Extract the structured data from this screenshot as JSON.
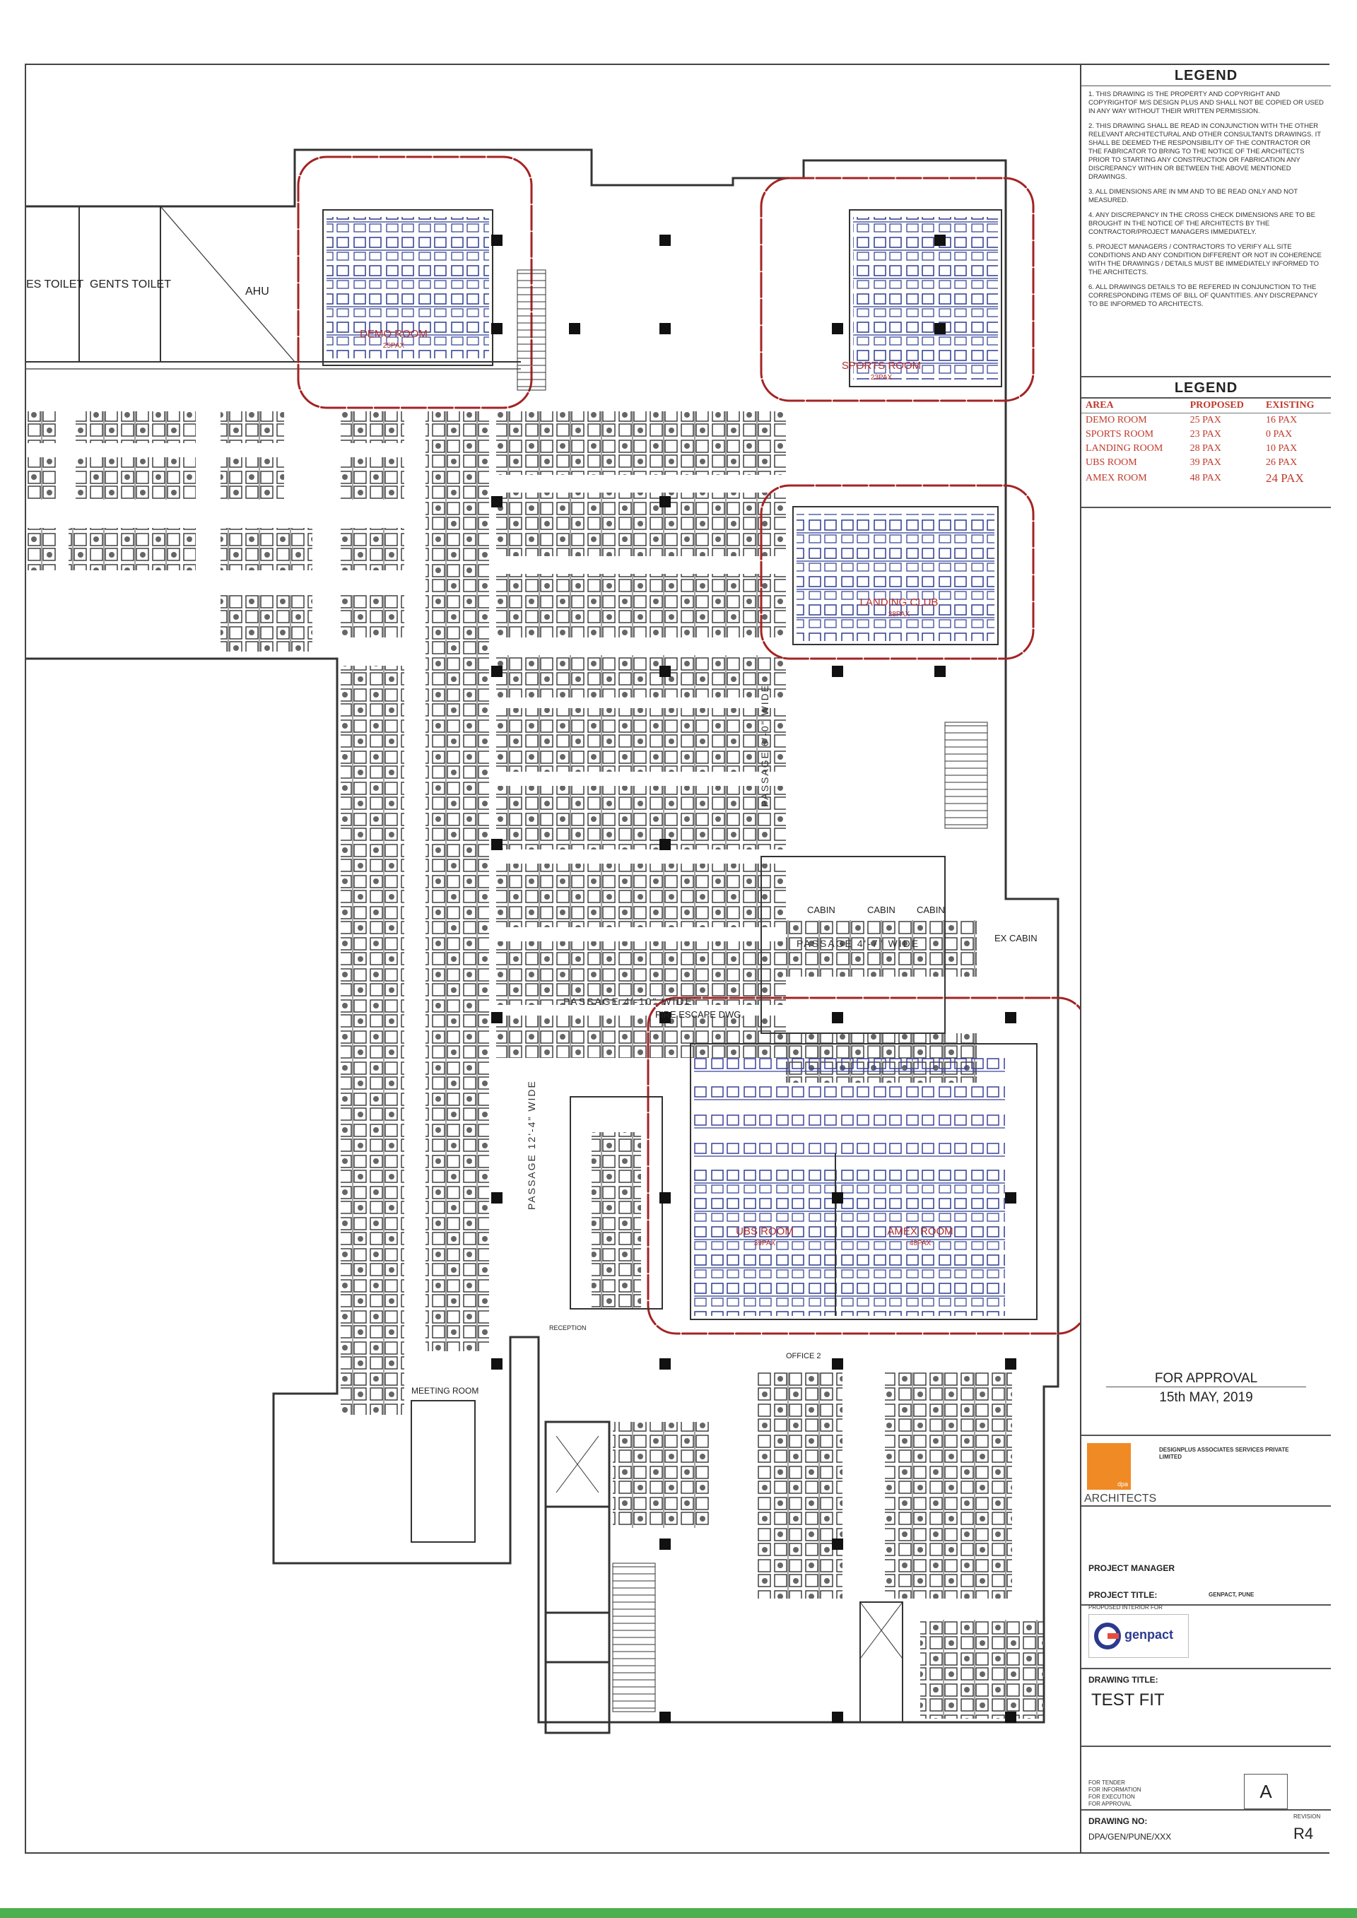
{
  "plan": {
    "rooms": {
      "demo": {
        "name": "DEMO ROOM",
        "pax": "25PAX"
      },
      "sports": {
        "name": "SPORTS ROOM",
        "pax": "23PAX"
      },
      "landing": {
        "name": "LANDING CLUB",
        "pax": "28PAX"
      },
      "ubs": {
        "name": "UBS ROOM",
        "pax": "39PAX"
      },
      "amex": {
        "name": "AMEX ROOM",
        "pax": "48PAX"
      }
    },
    "labels": {
      "toilet_es": "ES TOILET",
      "toilet_gents": "GENTS TOILET",
      "ahu": "AHU",
      "passage_6": "PASSAGE 6'-0\" WIDE",
      "passage_4": "PASSAGE 4'-10\" WIDE",
      "passage_12": "PASSAGE 12'-4\" WIDE",
      "passage_7": "PASSAGE 4'-7\" WIDE",
      "fire_escape": "FIRE ESCAPE DWG.",
      "cabin": "CABIN",
      "ex_cabin": "EX CABIN",
      "meeting_room": "MEETING ROOM",
      "office2": "OFFICE 2",
      "reception": "RECEPTION"
    }
  },
  "titleblock": {
    "legend_heading": "LEGEND",
    "notes": [
      "1. THIS DRAWING IS THE PROPERTY AND COPYRIGHT AND COPYRIGHTOF M/S DESIGN PLUS AND SHALL NOT BE COPIED OR USED IN ANY WAY WITHOUT THEIR WRITTEN PERMISSION.",
      "2. THIS DRAWING SHALL BE READ IN CONJUNCTION WITH THE OTHER RELEVANT ARCHITECTURAL AND OTHER CONSULTANTS DRAWINGS. IT SHALL BE DEEMED THE RESPONSIBILITY OF THE CONTRACTOR OR THE FABRICATOR TO BRING TO THE NOTICE OF THE ARCHITECTS PRIOR TO STARTING ANY CONSTRUCTION OR FABRICATION ANY DISCREPANCY WITHIN OR BETWEEN THE ABOVE MENTIONED DRAWINGS.",
      "3. ALL DIMENSIONS ARE IN MM AND TO BE READ ONLY AND NOT MEASURED.",
      "4. ANY DISCREPANCY IN THE CROSS CHECK DIMENSIONS ARE TO BE BROUGHT IN THE NOTICE OF THE ARCHITECTS BY THE CONTRACTOR/PROJECT MANAGERS IMMEDIATELY.",
      "5. PROJECT MANAGERS / CONTRACTORS TO VERIFY ALL SITE CONDITIONS AND ANY CONDITION DIFFERENT OR NOT IN COHERENCE WITH THE DRAWINGS / DETAILS MUST BE IMMEDIATELY INFORMED TO THE ARCHITECTS.",
      "6. ALL DRAWINGS DETAILS TO BE REFERED IN CONJUNCTION TO THE CORRESPONDING ITEMS OF BILL OF QUANTITIES. ANY DISCREPANCY TO BE INFORMED TO ARCHITECTS."
    ],
    "legend2_heading": "LEGEND",
    "table_headers": [
      "AREA",
      "PROPOSED",
      "EXISTING"
    ],
    "table_rows": [
      [
        "DEMO ROOM",
        "25 PAX",
        "16 PAX"
      ],
      [
        "SPORTS ROOM",
        "23 PAX",
        "0 PAX"
      ],
      [
        "LANDING ROOM",
        "28 PAX",
        "10 PAX"
      ],
      [
        "UBS ROOM",
        "39 PAX",
        "26 PAX"
      ],
      [
        "AMEX ROOM",
        "48 PAX",
        "24 PAX"
      ]
    ],
    "approval": "FOR APPROVAL",
    "approval_date": "15th MAY, 2019",
    "firm_name": "DESIGNPLUS ASSOCIATES SERVICES PRIVATE LIMITED",
    "firm_logo_text": "dpa",
    "architects_label": "ARCHITECTS",
    "project_manager_label": "PROJECT MANAGER",
    "project_title_label": "PROJECT TITLE:",
    "project_title_value": "GENPACT, PUNE",
    "proposed_label": "PROPOSED INTERIOR FOR",
    "client_logo_text": "genpact",
    "drawing_title_label": "DRAWING TITLE:",
    "drawing_title": "TEST FIT",
    "status_options": [
      "FOR TENDER",
      "FOR INFORMATION",
      "FOR EXECUTION",
      "FOR APPROVAL"
    ],
    "size": "A",
    "drawing_no_label": "DRAWING NO:",
    "drawing_no": "DPA/GEN/PUNE/XXX",
    "revision_label": "REVISION",
    "revision": "R4"
  }
}
